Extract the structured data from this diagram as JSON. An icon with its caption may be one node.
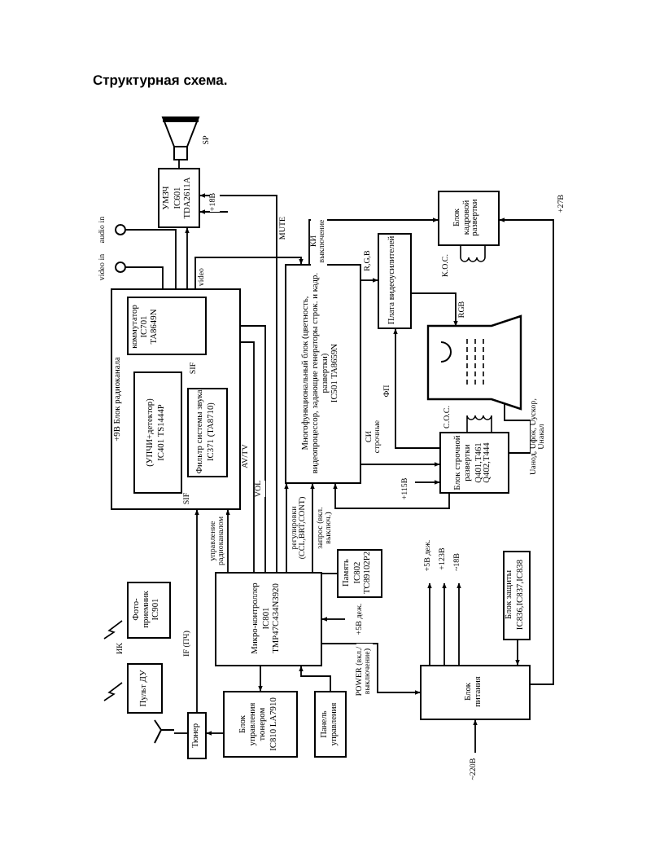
{
  "diagram": {
    "title": "Структурная схема.",
    "nodes": [
      {
        "text": [],
        "shape": "speaker",
        "beside": [
          "SP"
        ]
      },
      {
        "text": [
          "УМЗЧ",
          "IC601 TDA2611A"
        ]
      },
      {
        "text": [],
        "shape": "circle",
        "beside": [
          "audio in"
        ]
      },
      {
        "text": [],
        "shape": "circle",
        "beside": [
          "video in"
        ]
      },
      {
        "text": [
          "+9В Блок радиоканала"
        ]
      },
      {
        "text": [
          "коммутатор",
          "IC701 TA8649N"
        ],
        "in": 4
      },
      {
        "text": [
          "(УПЧИ+детектор)",
          "IC401 TS1444P"
        ],
        "in": 4
      },
      {
        "text": [
          "Фильтр системы звука",
          "IC371 (TA8710)"
        ],
        "in": 4
      },
      {
        "text": [
          "Многофункциональный блок (цветность, видеопроцессор, задающие генераторы строк. и кадр. развертки)",
          "IC501 TA8659N"
        ]
      },
      {
        "text": [
          "Плата видеоусилителей"
        ]
      },
      {
        "text": [
          "Блок кадровой развертки"
        ],
        "beside": [
          "К.О.С."
        ]
      },
      {
        "text": [],
        "shape": "picture"
      },
      {
        "text": [
          "Блок строчной развертки",
          "Q401,T461 Q402,T444"
        ],
        "beside": [
          "С.О.С."
        ]
      },
      {
        "text": [
          "Микро-контроллер",
          "IC801 TMP47C434N3920"
        ]
      },
      {
        "text": [
          "Память",
          "IC802 TC89102P2"
        ]
      },
      {
        "text": [
          "Фото-приемник IC901"
        ]
      },
      {
        "text": [
          "Пульт ДУ"
        ]
      },
      {
        "text": [
          "Тюнер"
        ]
      },
      {
        "text": [
          "Блок управления тюнером",
          "IC810 LA7910"
        ]
      },
      {
        "text": [
          "Панель управления"
        ]
      },
      {
        "text": [
          "Блок питания"
        ]
      },
      {
        "text": [
          "Блок защиты",
          "IC836,IC837,IC838"
        ]
      },
      {
        "text": [],
        "shape": "antenna"
      }
    ],
    "edges": [
      {
        "from": 1,
        "to": 0,
        "arrow": "none"
      },
      {
        "from": 2,
        "to": 5,
        "arrow": "none"
      },
      {
        "from": 3,
        "to": 5,
        "arrow": "none"
      },
      {
        "from": 5,
        "to": 1,
        "arrow": "to"
      },
      {
        "from": 5,
        "to": 8,
        "arrow": "to",
        "label": "video"
      },
      {
        "from": 13,
        "to": 1,
        "arrow": "to",
        "label": "MUTE"
      },
      {
        "from": null,
        "to": 1,
        "arrow": "to",
        "label": "+18В"
      },
      {
        "from": 8,
        "to": 10,
        "arrow": "to",
        "label": "КИ выключение"
      },
      {
        "from": 8,
        "to": 9,
        "arrow": "to",
        "label": "R,G,B"
      },
      {
        "from": 9,
        "to": 11,
        "arrow": "to",
        "label": "RGB"
      },
      {
        "from": 12,
        "to": 9,
        "arrow": "to",
        "label": "ФП"
      },
      {
        "from": 8,
        "to": 12,
        "arrow": "to",
        "label": "СИ строчные"
      },
      {
        "from": null,
        "to": 12,
        "arrow": "to",
        "label": "+115В"
      },
      {
        "from": 12,
        "to": 8,
        "arrow": "to"
      },
      {
        "from": 12,
        "to": 11,
        "arrow": "to",
        "label": "Uанод, Uфок, Uускор, Uнакал"
      },
      {
        "from": 20,
        "to": 10,
        "arrow": "to",
        "label": "+27В"
      },
      {
        "from": 20,
        "to": null,
        "arrow": "to",
        "label": "+5В деж."
      },
      {
        "from": 20,
        "to": null,
        "arrow": "to",
        "label": "+123В"
      },
      {
        "from": 20,
        "to": null,
        "arrow": "to",
        "label": "~18В"
      },
      {
        "from": 21,
        "to": 20,
        "arrow": "to"
      },
      {
        "from": 13,
        "to": 20,
        "arrow": "to",
        "label": "POWER (вкл./выключение)"
      },
      {
        "from": null,
        "to": 13,
        "arrow": "to",
        "label": "+5В деж."
      },
      {
        "from": null,
        "to": 20,
        "arrow": "to",
        "label": "~220В"
      },
      {
        "from": 19,
        "to": 13,
        "arrow": "to"
      },
      {
        "from": 13,
        "to": 18,
        "arrow": "to"
      },
      {
        "from": 18,
        "to": 17,
        "arrow": "to"
      },
      {
        "from": 22,
        "to": 17,
        "arrow": "none"
      },
      {
        "from": 17,
        "to": 4,
        "arrow": "to",
        "label": "IF (ПЧ)"
      },
      {
        "from": 14,
        "to": 13,
        "arrow": "none"
      },
      {
        "from": 13,
        "to": 8,
        "arrow": "to",
        "label": "регулировки (CCL,BRT,CONT)"
      },
      {
        "from": 13,
        "to": 8,
        "arrow": "to",
        "label": "запрос (вкл. выключ.)"
      },
      {
        "from": 13,
        "to": 4,
        "arrow": "to",
        "label": "управление радиоканалом"
      },
      {
        "from": 13,
        "to": 5,
        "arrow": "to",
        "label": "VOL"
      },
      {
        "from": 13,
        "to": 5,
        "arrow": "to",
        "label": "AV/TV"
      }
    ],
    "labels": [
      "ИК",
      "SIF",
      "SIF"
    ]
  }
}
